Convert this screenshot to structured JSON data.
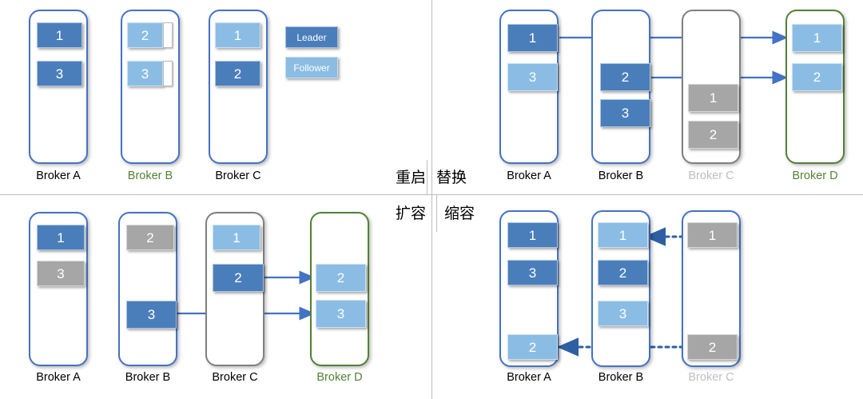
{
  "legend": {
    "leader_label": "Leader",
    "follower_label": "Follower",
    "leader_color": "#4a7ebb",
    "follower_color": "#8bbde4",
    "offline_color": "#a6a6a6"
  },
  "section_labels": {
    "restart": "重启",
    "replace": "替换",
    "scale_out": "扩容",
    "scale_in": "缩容"
  },
  "panels": {
    "restart": {
      "label": "重启",
      "brokers": [
        {
          "name": "Broker A",
          "label_color": "black",
          "border_color": "#4472c4",
          "blocks": [
            {
              "id": "1",
              "role": "leader",
              "stub": false
            },
            {
              "id": "3",
              "role": "leader",
              "stub": false
            }
          ]
        },
        {
          "name": "Broker B",
          "label_color": "green",
          "border_color": "#4472c4",
          "blocks": [
            {
              "id": "2",
              "role": "follower",
              "stub": true
            },
            {
              "id": "3",
              "role": "follower",
              "stub": true
            }
          ]
        },
        {
          "name": "Broker C",
          "label_color": "black",
          "border_color": "#4472c4",
          "blocks": [
            {
              "id": "1",
              "role": "follower",
              "stub": false
            },
            {
              "id": "2",
              "role": "leader",
              "stub": false
            }
          ]
        }
      ]
    },
    "replace": {
      "label": "替换",
      "brokers": [
        {
          "name": "Broker A",
          "label_color": "black",
          "border_color": "#4472c4",
          "blocks": [
            {
              "id": "1",
              "role": "leader"
            },
            {
              "id": "3",
              "role": "follower"
            }
          ]
        },
        {
          "name": "Broker B",
          "label_color": "black",
          "border_color": "#4472c4",
          "blocks": [
            {
              "id": "2",
              "role": "leader"
            },
            {
              "id": "3",
              "role": "leader"
            }
          ]
        },
        {
          "name": "Broker C",
          "label_color": "grey",
          "border_color": "#808080",
          "blocks": [
            {
              "id": "1",
              "role": "offline"
            },
            {
              "id": "2",
              "role": "offline"
            }
          ]
        },
        {
          "name": "Broker D",
          "label_color": "green",
          "border_color": "#538135",
          "blocks": [
            {
              "id": "1",
              "role": "follower"
            },
            {
              "id": "2",
              "role": "follower"
            }
          ]
        }
      ],
      "arrows": [
        {
          "from": "Broker A / 1",
          "to": "Broker D / 1",
          "style": "solid"
        },
        {
          "from": "Broker B / 2",
          "to": "Broker D / 2",
          "style": "solid"
        }
      ]
    },
    "scale_out": {
      "label": "扩容",
      "brokers": [
        {
          "name": "Broker A",
          "label_color": "black",
          "border_color": "#4472c4",
          "blocks": [
            {
              "id": "1",
              "role": "leader"
            },
            {
              "id": "3",
              "role": "offline"
            }
          ]
        },
        {
          "name": "Broker B",
          "label_color": "black",
          "border_color": "#4472c4",
          "blocks": [
            {
              "id": "2",
              "role": "offline"
            },
            {
              "id": "3",
              "role": "leader"
            }
          ]
        },
        {
          "name": "Broker C",
          "label_color": "black",
          "border_color": "#808080",
          "blocks": [
            {
              "id": "1",
              "role": "follower"
            },
            {
              "id": "2",
              "role": "leader"
            }
          ]
        },
        {
          "name": "Broker D",
          "label_color": "green",
          "border_color": "#538135",
          "blocks": [
            {
              "id": "2",
              "role": "follower"
            },
            {
              "id": "3",
              "role": "follower"
            }
          ]
        }
      ],
      "arrows": [
        {
          "from": "Broker C / 2",
          "to": "Broker D / 2",
          "style": "solid"
        },
        {
          "from": "Broker B / 3",
          "to": "Broker D / 3",
          "style": "solid"
        }
      ]
    },
    "scale_in": {
      "label": "缩容",
      "brokers": [
        {
          "name": "Broker A",
          "label_color": "black",
          "border_color": "#4472c4",
          "blocks": [
            {
              "id": "1",
              "role": "leader"
            },
            {
              "id": "3",
              "role": "leader"
            },
            {
              "id": "2",
              "role": "follower"
            }
          ]
        },
        {
          "name": "Broker B",
          "label_color": "black",
          "border_color": "#4472c4",
          "blocks": [
            {
              "id": "1",
              "role": "follower"
            },
            {
              "id": "2",
              "role": "leader"
            },
            {
              "id": "3",
              "role": "follower"
            }
          ]
        },
        {
          "name": "Broker C",
          "label_color": "grey",
          "border_color": "#4472c4",
          "blocks": [
            {
              "id": "1",
              "role": "offline"
            },
            {
              "id": "2",
              "role": "offline"
            }
          ]
        }
      ],
      "arrows": [
        {
          "from": "Broker C / 1",
          "to": "Broker B / 1",
          "style": "dotted"
        },
        {
          "from": "Broker C / 2",
          "to": "Broker A / 2",
          "style": "dotted"
        }
      ]
    }
  }
}
